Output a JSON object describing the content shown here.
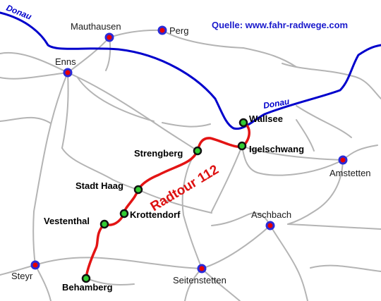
{
  "source_label": "Quelle: www.fahr-radwege.com",
  "tour_label": "Radtour 112",
  "rivers": [
    {
      "key": "donau-west",
      "label": "Donau"
    },
    {
      "key": "donau-east",
      "label": "Donau"
    }
  ],
  "towns": [
    {
      "key": "mauthausen",
      "label": "Mauthausen"
    },
    {
      "key": "perg",
      "label": "Perg"
    },
    {
      "key": "enns",
      "label": "Enns"
    },
    {
      "key": "amstetten",
      "label": "Amstetten"
    },
    {
      "key": "aschbach",
      "label": "Aschbach"
    },
    {
      "key": "seitenstetten",
      "label": "Seitenstetten"
    },
    {
      "key": "steyr",
      "label": "Steyr"
    }
  ],
  "route_stops": [
    {
      "key": "wallsee",
      "label": "Wallsee"
    },
    {
      "key": "igelschwang",
      "label": "Igelschwang"
    },
    {
      "key": "strengberg",
      "label": "Strengberg"
    },
    {
      "key": "stadt-haag",
      "label": "Stadt Haag"
    },
    {
      "key": "krottendorf",
      "label": "Krottendorf"
    },
    {
      "key": "vestenthal",
      "label": "Vestenthal"
    },
    {
      "key": "behamberg",
      "label": "Behamberg"
    }
  ],
  "colors": {
    "river": "#0000cc",
    "roads": "#b4b4b4",
    "route": "#e31414",
    "town_marker_fill": "#e60000",
    "town_marker_ring": "#2a2ad8",
    "stop_marker_fill": "#33cc33",
    "stop_marker_ring": "#111111"
  }
}
